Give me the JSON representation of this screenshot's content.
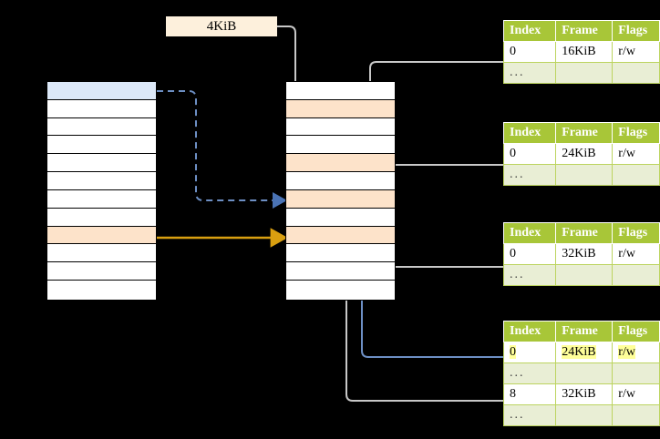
{
  "diagram": {
    "title": "Multi-level page table walk diagram",
    "size_label": "4KiB",
    "colors": {
      "background": "#000000",
      "header_green": "#a8c638",
      "row_light_green": "#e9eed5",
      "highlight_yellow": "#ffff99",
      "cell_blue": "#dce8f8",
      "cell_orange": "#fde3ca",
      "arrow_orange": "#d99f10",
      "arrow_blue": "#6d8fc4",
      "arrow_gray": "#c8c8c8",
      "table_border": "#9ab935"
    }
  },
  "stacks": [
    {
      "name": "left-memory-stack",
      "rows": [
        {
          "fill": "blue"
        },
        {
          "fill": "white"
        },
        {
          "fill": "white"
        },
        {
          "fill": "white"
        },
        {
          "fill": "white"
        },
        {
          "fill": "white"
        },
        {
          "fill": "white"
        },
        {
          "fill": "white"
        },
        {
          "fill": "orange"
        },
        {
          "fill": "white"
        },
        {
          "fill": "white"
        },
        {
          "fill": "white"
        }
      ]
    },
    {
      "name": "middle-memory-stack",
      "rows": [
        {
          "fill": "white"
        },
        {
          "fill": "orange"
        },
        {
          "fill": "white"
        },
        {
          "fill": "white"
        },
        {
          "fill": "orange"
        },
        {
          "fill": "white"
        },
        {
          "fill": "orange"
        },
        {
          "fill": "white"
        },
        {
          "fill": "orange"
        },
        {
          "fill": "white"
        },
        {
          "fill": "white"
        },
        {
          "fill": "white"
        }
      ]
    }
  ],
  "tables": [
    {
      "name": "page-table-0",
      "headers": [
        "Index",
        "Frame",
        "Flags"
      ],
      "rows": [
        {
          "type": "data",
          "index": "0",
          "frame": "16KiB",
          "flags": "r/w",
          "highlight": false
        },
        {
          "type": "ellipsis",
          "index": "...",
          "frame": "",
          "flags": ""
        }
      ]
    },
    {
      "name": "page-table-1",
      "headers": [
        "Index",
        "Frame",
        "Flags"
      ],
      "rows": [
        {
          "type": "data",
          "index": "0",
          "frame": "24KiB",
          "flags": "r/w",
          "highlight": false
        },
        {
          "type": "ellipsis",
          "index": "...",
          "frame": "",
          "flags": ""
        }
      ]
    },
    {
      "name": "page-table-2",
      "headers": [
        "Index",
        "Frame",
        "Flags"
      ],
      "rows": [
        {
          "type": "data",
          "index": "0",
          "frame": "32KiB",
          "flags": "r/w",
          "highlight": false
        },
        {
          "type": "ellipsis",
          "index": "...",
          "frame": "",
          "flags": ""
        }
      ]
    },
    {
      "name": "page-table-3",
      "headers": [
        "Index",
        "Frame",
        "Flags"
      ],
      "rows": [
        {
          "type": "data",
          "index": "0",
          "frame": "24KiB",
          "flags": "r/w",
          "highlight": true
        },
        {
          "type": "ellipsis",
          "index": "...",
          "frame": "",
          "flags": ""
        },
        {
          "type": "data",
          "index": "8",
          "frame": "32KiB",
          "flags": "r/w",
          "highlight": false
        },
        {
          "type": "ellipsis",
          "index": "...",
          "frame": "",
          "flags": ""
        }
      ]
    }
  ],
  "connectors": [
    {
      "name": "size-label-to-mid-row2",
      "style": "solid",
      "color": "#c8c8c8",
      "from": "4KiB label",
      "to": "middle stack row 2"
    },
    {
      "name": "left-blue-to-mid-row7",
      "style": "dashed",
      "color": "#6d8fc4",
      "from": "left stack row 1",
      "to": "middle stack row 7"
    },
    {
      "name": "left-orange-to-mid-row9",
      "style": "solid",
      "color": "#d99f10",
      "from": "left stack row 9",
      "to": "middle stack row 9"
    },
    {
      "name": "table0-to-mid-row5",
      "style": "solid",
      "color": "#c8c8c8",
      "from": "page-table-0 row 0",
      "to": "middle stack row 5"
    },
    {
      "name": "table1-to-mid-row7",
      "style": "solid",
      "color": "#c8c8c8",
      "from": "page-table-1 row 0",
      "to": "middle stack row 7"
    },
    {
      "name": "mid-row9-to-table2",
      "style": "solid",
      "color": "#c8c8c8",
      "from": "middle stack row 9",
      "to": "page-table-2 row 0"
    },
    {
      "name": "mid-row7-to-table3-row0",
      "style": "solid",
      "color": "#6d8fc4",
      "from": "page-table-3 row 0",
      "to": "middle stack row 7"
    },
    {
      "name": "mid-row9-to-table3-row8",
      "style": "solid",
      "color": "#c8c8c8",
      "from": "page-table-3 row 8",
      "to": "middle stack row 9"
    }
  ]
}
